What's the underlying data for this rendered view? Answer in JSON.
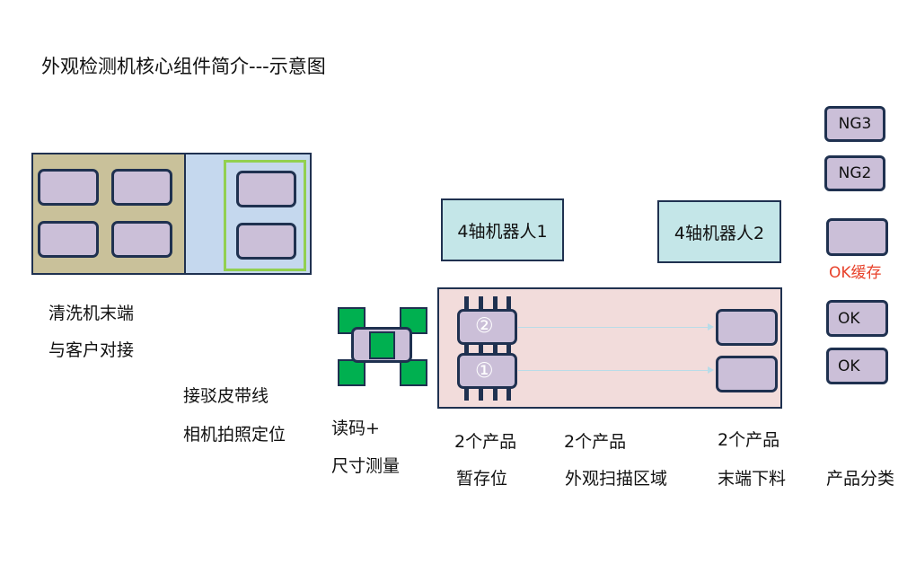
{
  "title": "外观检测机核心组件简介---示意图",
  "washer": {
    "line1": "清洗机末端",
    "line2": "与客户对接"
  },
  "belt": {
    "line1": "接驳皮带线",
    "line2": "相机拍照定位"
  },
  "reader": {
    "line1": "读码+",
    "line2": "尺寸测量"
  },
  "robot1": {
    "label": "4轴机器人1"
  },
  "robot2": {
    "label": "4轴机器人2"
  },
  "markers": {
    "top": "②",
    "bottom": "①"
  },
  "stations": {
    "buffer": {
      "line1": "2个产品",
      "line2": "暂存位"
    },
    "scan": {
      "line1": "2个产品",
      "line2": "外观扫描区域"
    },
    "unload": {
      "line1": "2个产品",
      "line2": "末端下料"
    }
  },
  "sorting": {
    "ng3": "NG3",
    "ng2": "NG2",
    "ok_buffer": "OK缓存",
    "ok1": "OK",
    "ok2": "OK",
    "label": "产品分类"
  },
  "colors": {
    "outline": "#1f3150",
    "part_fill": "#cbbfd8",
    "washer_fill": "#c9c19a",
    "conveyor_fill": "#c5d8ee",
    "camera_frame": "#92d050",
    "robot_fill": "#c4e6e8",
    "scan_area_fill": "#f2dcdb",
    "reader_green": "#00b050",
    "ok_buffer_text": "#e8412a"
  }
}
